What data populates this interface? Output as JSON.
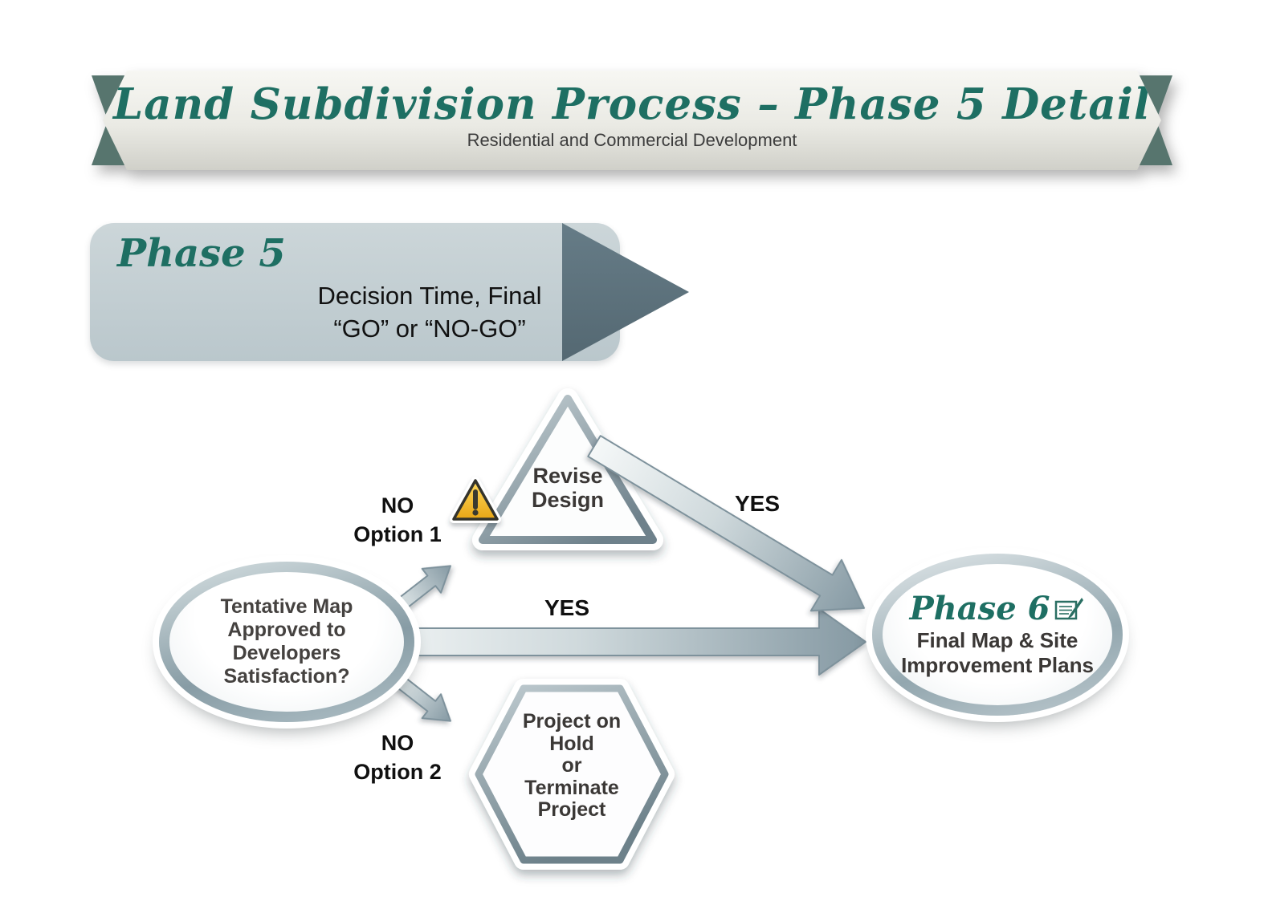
{
  "banner": {
    "title": "Land Subdivision Process – Phase 5 Detail",
    "subtitle": "Residential and Commercial Development"
  },
  "phase5": {
    "label": "Phase 5",
    "line1": "Decision Time, Final",
    "line2": "“GO” or “NO-GO”"
  },
  "decision": {
    "line1": "Tentative Map",
    "line2": "Approved to",
    "line3": "Developers",
    "line4": "Satisfaction?"
  },
  "revise": {
    "line1": "Revise",
    "line2": "Design"
  },
  "hold": {
    "line1": "Project on",
    "line2": "Hold",
    "line3": "or",
    "line4": "Terminate",
    "line5": "Project"
  },
  "phase6": {
    "label": "Phase 6",
    "line1": "Final Map & Site",
    "line2": "Improvement Plans"
  },
  "labels": {
    "no1_top": "NO",
    "no1_bottom": "Option 1",
    "yes_top": "YES",
    "yes_mid": "YES",
    "no2_top": "NO",
    "no2_bottom": "Option 2"
  },
  "icons": {
    "warning": "warning-triangle-icon",
    "document": "document-pen-icon"
  },
  "colors": {
    "teal_text": "#1e6f63",
    "phase5_box": "#bac7cc",
    "phase5_arrow": "#5e747f",
    "ribbon_end": "#57756e",
    "shape_ring": "#879ca5",
    "warning_yellow": "#f0b322",
    "arrow_gray": "#8ea1aa"
  }
}
